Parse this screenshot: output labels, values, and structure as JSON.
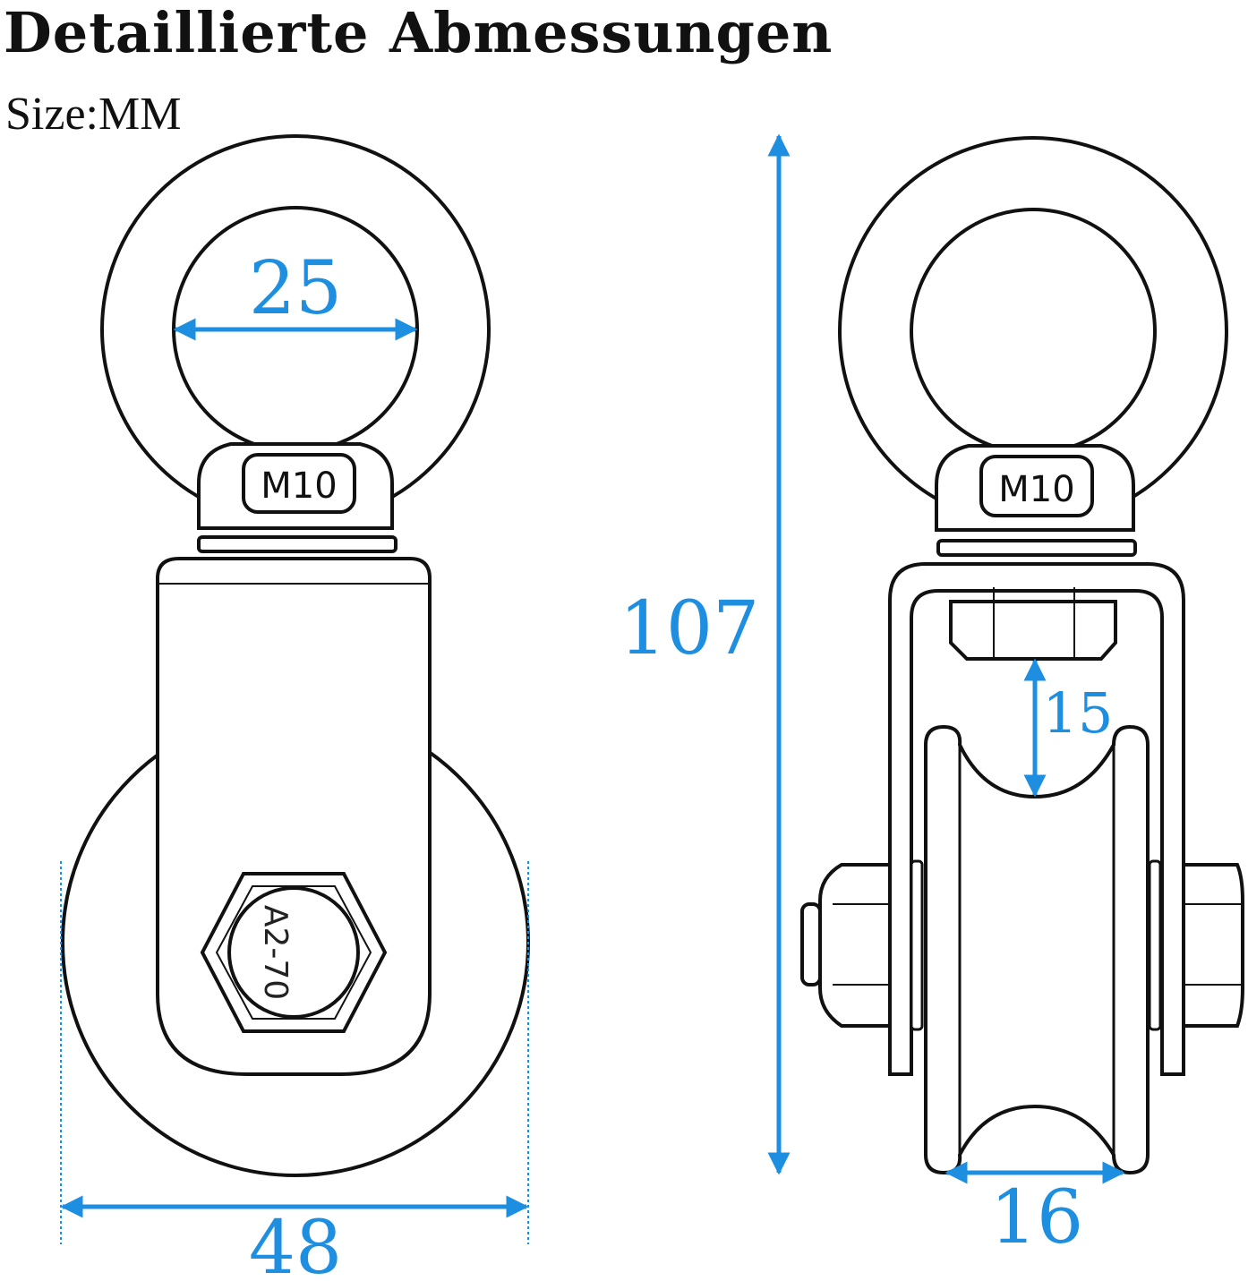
{
  "title": "Detaillierte Abmessungen",
  "subtitle": "Size:MM",
  "colors": {
    "dimension": "#1e8fe0",
    "outline": "#111111",
    "background": "#ffffff"
  },
  "front_view": {
    "ring_inner_diameter": "25",
    "thread_label": "M10",
    "wheel_diameter": "48",
    "bolt_text": "A2-70"
  },
  "side_view": {
    "total_height": "107",
    "thread_label": "M10",
    "groove_depth": "15",
    "groove_width": "16"
  }
}
